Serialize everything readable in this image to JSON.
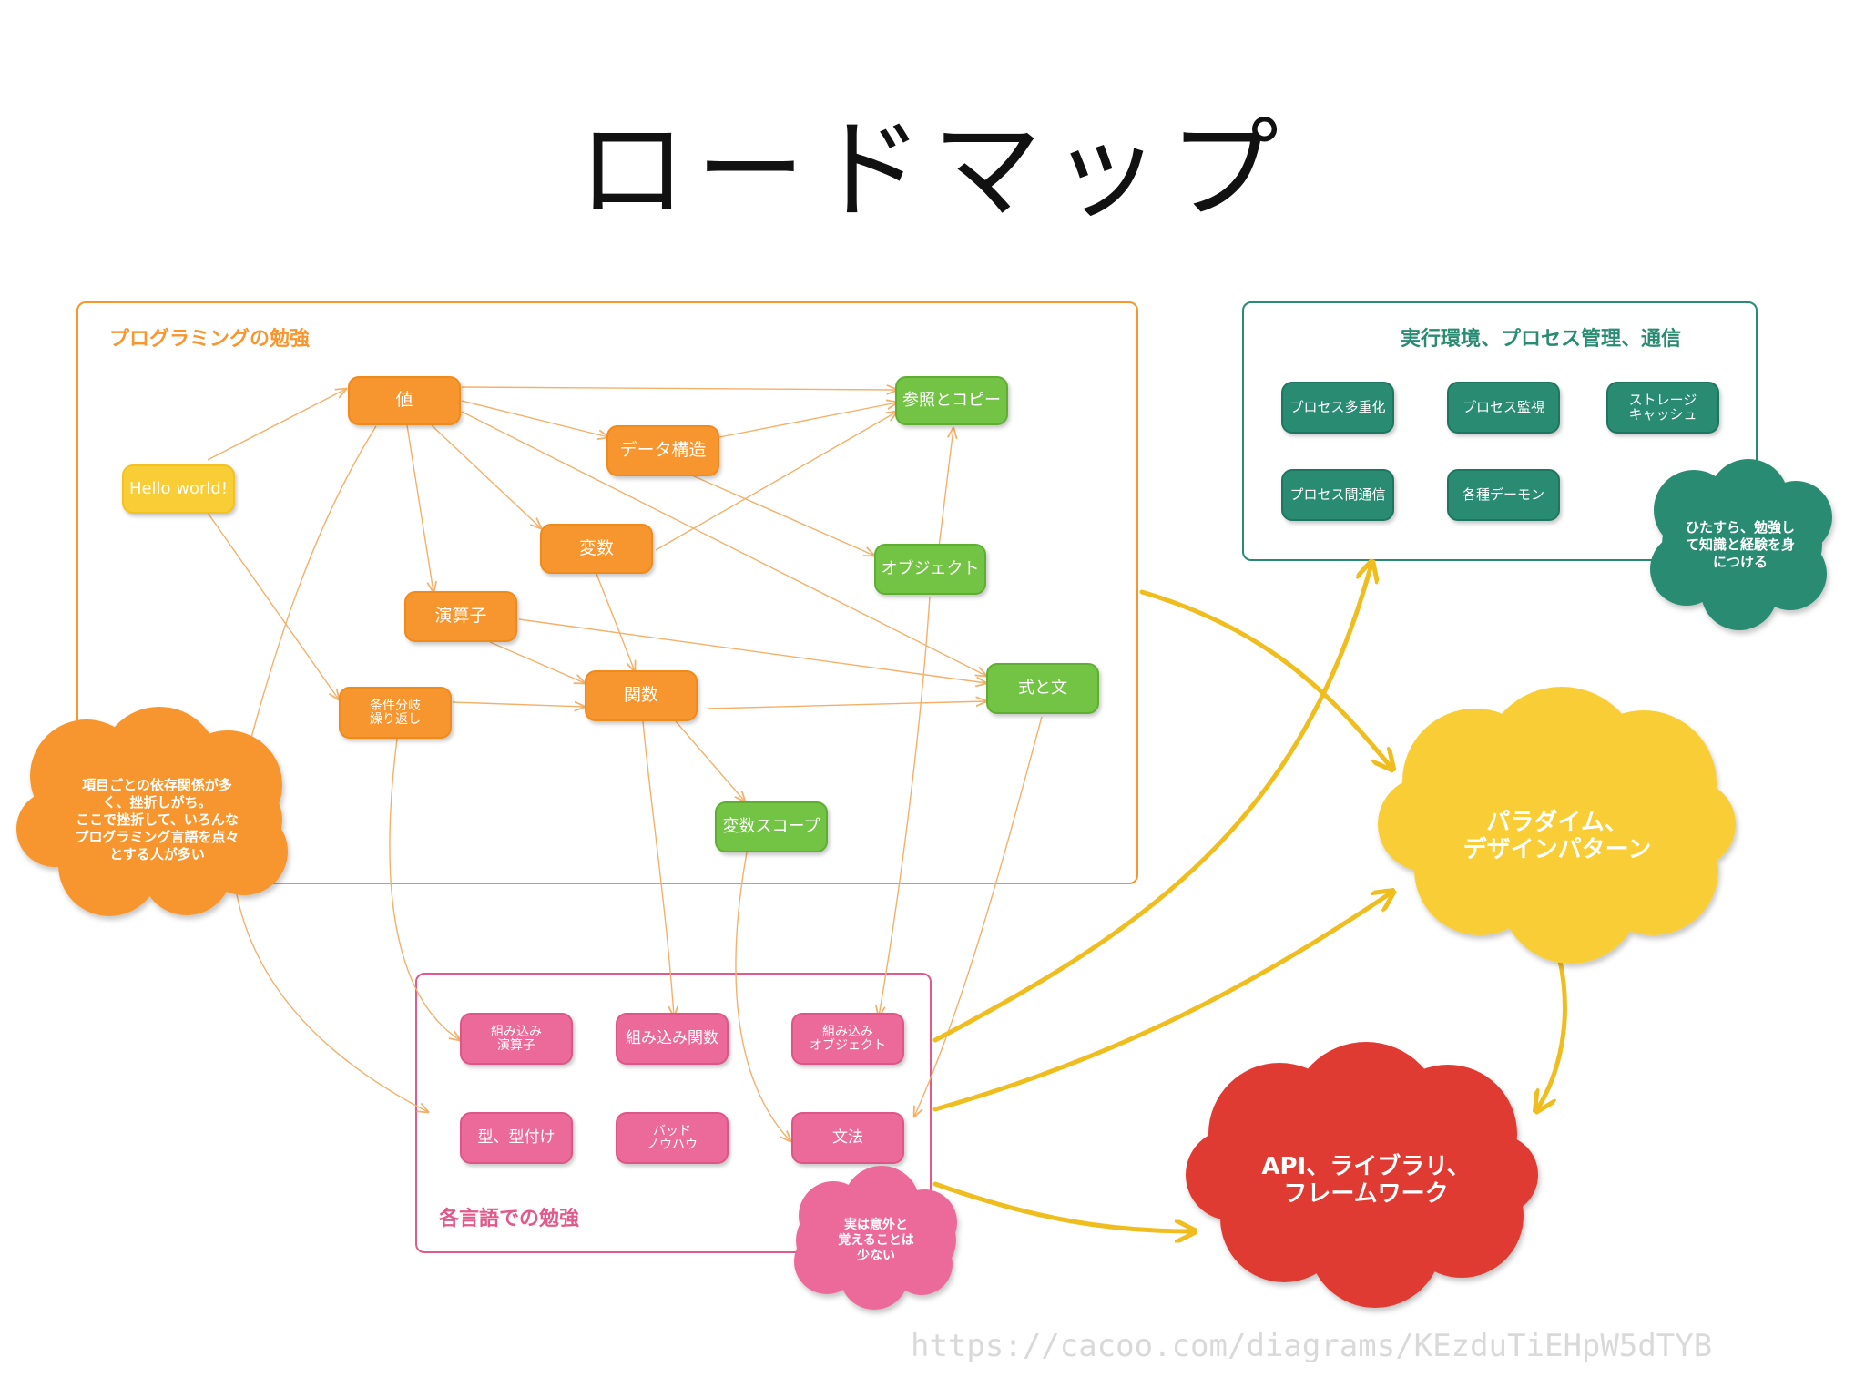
{
  "title": "ロードマップ",
  "sections": {
    "programming": {
      "title": "プログラミングの勉強",
      "color": "#f7962e"
    },
    "runtime": {
      "title": "実行環境、プロセス管理、通信",
      "color": "#2a8b73"
    },
    "languages": {
      "title": "各言語での勉強",
      "color": "#e15a8c"
    }
  },
  "nodes": {
    "hello": "Hello world!",
    "value": "値",
    "data_struct": "データ構造",
    "ref_copy": "参照とコピー",
    "variable": "変数",
    "object": "オブジェクト",
    "operator": "演算子",
    "branch": "条件分岐\n繰り返し",
    "function": "関数",
    "expr_stmt": "式と文",
    "scope": "変数スコープ",
    "builtin_op": "組み込み\n演算子",
    "builtin_func": "組み込み関数",
    "builtin_obj": "組み込み\nオブジェクト",
    "types": "型、型付け",
    "bad_know": "バッド\nノウハウ",
    "grammar": "文法",
    "multiproc": "プロセス多重化",
    "procmon": "プロセス監視",
    "storage": "ストレージ\nキャッシュ",
    "ipc": "プロセス間通信",
    "daemons": "各種デーモン"
  },
  "clouds": {
    "dependency_note": "項目ごとの依存関係が多\nく、挫折しがち。\nここで挫折して、いろんな\nプログラミング言語を点々\nとする人が多い",
    "paradigm": "パラダイム、\nデザインパターン",
    "api": "API、ライブラリ、\nフレームワーク",
    "runtime_note": "ひたすら、勉強し\nて知識と経験を身\nにつける",
    "lang_note": "実は意外と\n覚えることは\n少ない"
  },
  "colors": {
    "orange": "#f7962e",
    "orange_line": "#f4b06a",
    "yellow": "#f9cd35",
    "green": "#73c345",
    "pink": "#ec6a9a",
    "teal": "#2a8b73",
    "red": "#e03a32",
    "arrow_gold": "#f0bd1f"
  },
  "source_url": "https://cacoo.com/diagrams/KEzduTiEHpW5dTYB"
}
